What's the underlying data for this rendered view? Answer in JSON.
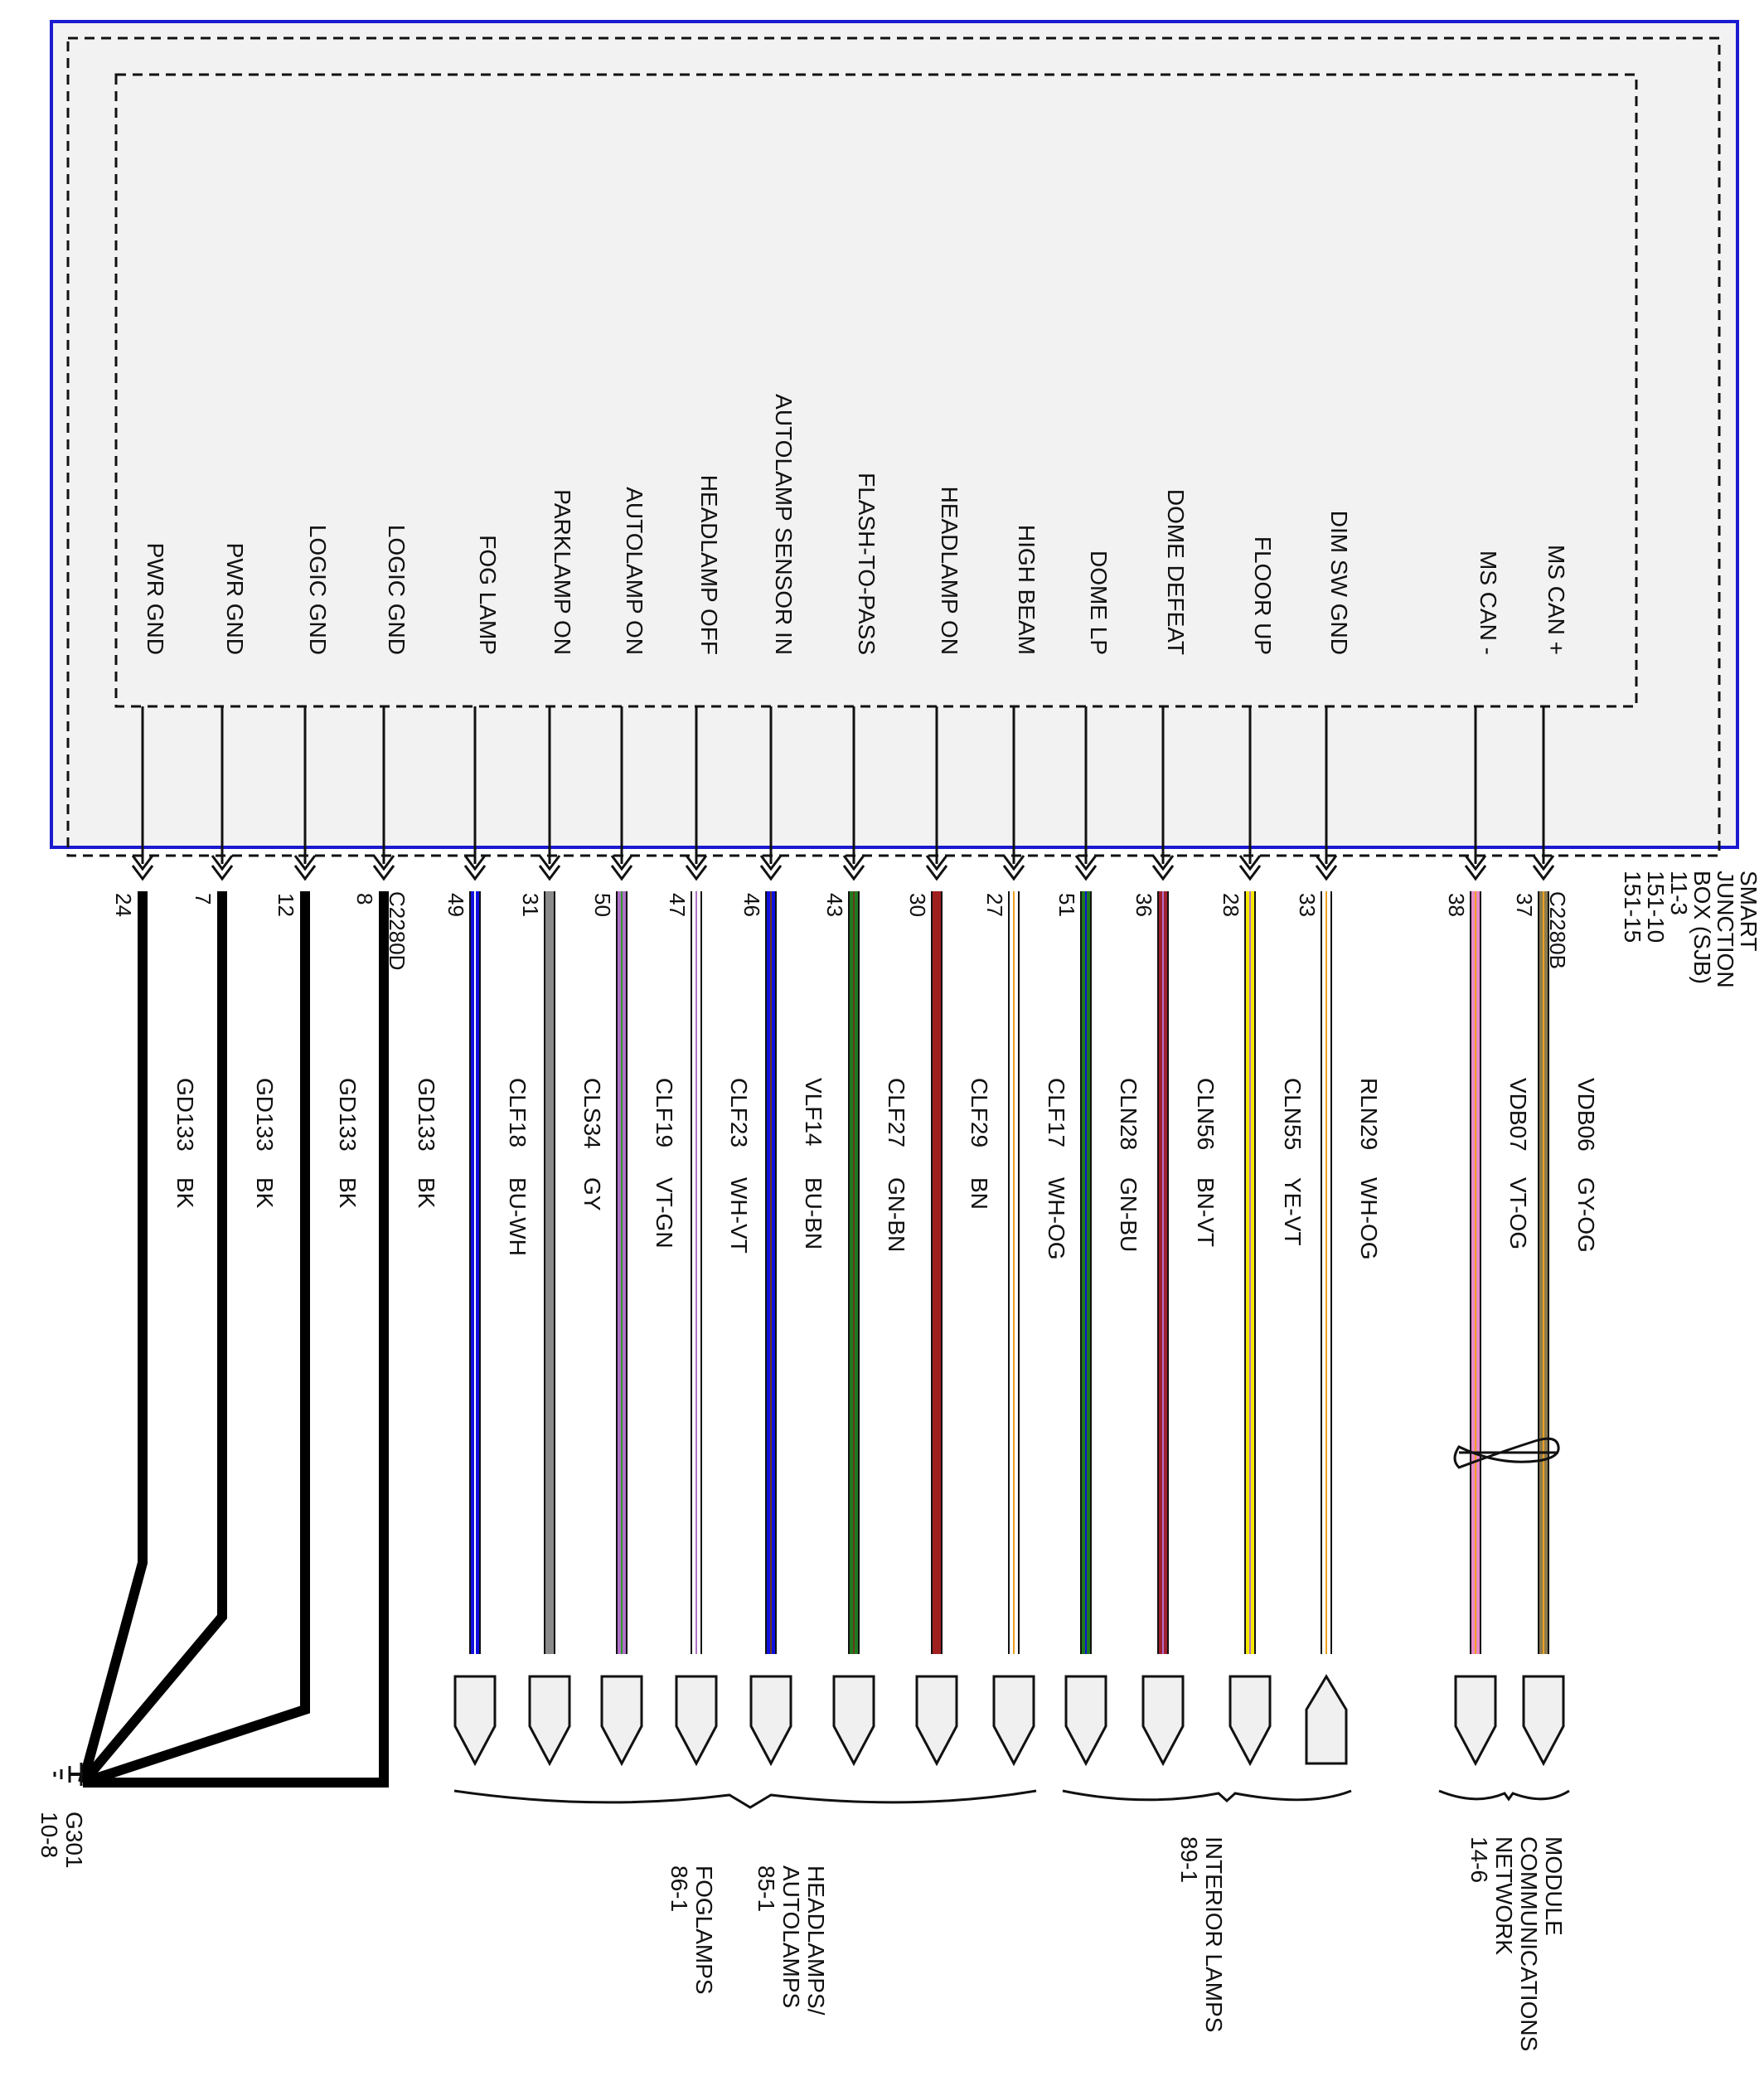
{
  "module": {
    "name_lines": [
      "SMART",
      "JUNCTION",
      "BOX (SJB)",
      "11-3",
      "151-10",
      "151-15"
    ],
    "connectors": [
      "C2280D",
      "C2280B"
    ]
  },
  "circuits": [
    {
      "func": "PWR GND",
      "pin": "24",
      "circuit": "GD133",
      "color_code": "BK",
      "wire_color": "#000000",
      "stripe": "#000000",
      "thick": true,
      "ground": true
    },
    {
      "func": "PWR GND",
      "pin": "7",
      "circuit": "GD133",
      "color_code": "BK",
      "wire_color": "#000000",
      "stripe": "#000000",
      "thick": true,
      "ground": true
    },
    {
      "func": "LOGIC GND",
      "pin": "12",
      "circuit": "GD133",
      "color_code": "BK",
      "wire_color": "#000000",
      "stripe": "#000000",
      "thick": true,
      "ground": true
    },
    {
      "func": "LOGIC GND",
      "pin": "8",
      "circuit": "GD133",
      "color_code": "BK",
      "wire_color": "#000000",
      "stripe": "#000000",
      "thick": true,
      "ground": true
    },
    {
      "func": "FOG LAMP",
      "pin": "49",
      "circuit": "CLF18",
      "color_code": "BU-WH",
      "wire_color": "#1010e0",
      "stripe": "#ffffff"
    },
    {
      "func": "PARKLAMP ON",
      "pin": "31",
      "circuit": "CLS34",
      "color_code": "GY",
      "wire_color": "#8a8a8a",
      "stripe": "#8a8a8a"
    },
    {
      "func": "AUTOLAMP ON",
      "pin": "50",
      "circuit": "CLF19",
      "color_code": "VT-GN",
      "wire_color": "#b070c8",
      "stripe": "#2f9a2f"
    },
    {
      "func": "HEADLAMP OFF",
      "pin": "47",
      "circuit": "CLF23",
      "color_code": "WH-VT",
      "wire_color": "#ffffff",
      "stripe": "#b070c8"
    },
    {
      "func": "AUTOLAMP SENSOR IN",
      "pin": "46",
      "circuit": "VLF14",
      "color_code": "BU-BN",
      "wire_color": "#1010e0",
      "stripe": "#6b3a1e"
    },
    {
      "func": "FLASH-TO-PASS",
      "pin": "43",
      "circuit": "CLF27",
      "color_code": "GN-BN",
      "wire_color": "#1f7a1f",
      "stripe": "#6b3a1e"
    },
    {
      "func": "HEADLAMP ON",
      "pin": "30",
      "circuit": "CLF29",
      "color_code": "BN",
      "wire_color": "#a02020",
      "stripe": "#a02020"
    },
    {
      "func": "HIGH BEAM",
      "pin": "27",
      "circuit": "CLF17",
      "color_code": "WH-OG",
      "wire_color": "#ffffff",
      "stripe": "#f0a020"
    },
    {
      "func": "DOME LP",
      "pin": "51",
      "circuit": "CLN28",
      "color_code": "GN-BU",
      "wire_color": "#1f7a1f",
      "stripe": "#1010e0"
    },
    {
      "func": "DOME DEFEAT",
      "pin": "36",
      "circuit": "CLN56",
      "color_code": "BN-VT",
      "wire_color": "#a02030",
      "stripe": "#b070c8"
    },
    {
      "func": "FLOOR UP",
      "pin": "28",
      "circuit": "CLN55",
      "color_code": "YE-VT",
      "wire_color": "#f5e800",
      "stripe": "#b070c8"
    },
    {
      "func": "DIM SW GND",
      "pin": "33",
      "circuit": "RLN29",
      "color_code": "WH-OG",
      "wire_color": "#ffffff",
      "stripe": "#f0a020"
    },
    {
      "func": "MS CAN -",
      "pin": "38",
      "circuit": "VDB07",
      "color_code": "VT-OG",
      "wire_color": "#e98ac9",
      "stripe": "#f0a020"
    },
    {
      "func": "MS CAN +",
      "pin": "37",
      "circuit": "VDB06",
      "color_code": "GY-OG",
      "wire_color": "#8a7a50",
      "stripe": "#f0a020"
    }
  ],
  "ground": {
    "name": "G301",
    "page": "10-8"
  },
  "destinations": [
    {
      "lines": [
        "FOGLAMPS",
        "86-1"
      ]
    },
    {
      "lines": [
        "HEADLAMPS/",
        "AUTOLAMPS",
        "85-1"
      ]
    },
    {
      "lines": [
        "INTERIOR LAMPS",
        "89-1"
      ]
    },
    {
      "lines": [
        "MODULE",
        "COMMUNICATIONS",
        "NETWORK",
        "14-6"
      ]
    }
  ],
  "colors": {
    "module_outline": "#1a1ad0",
    "module_fill": "#f2f2f2",
    "connector_fill": "#f0f0f0"
  }
}
